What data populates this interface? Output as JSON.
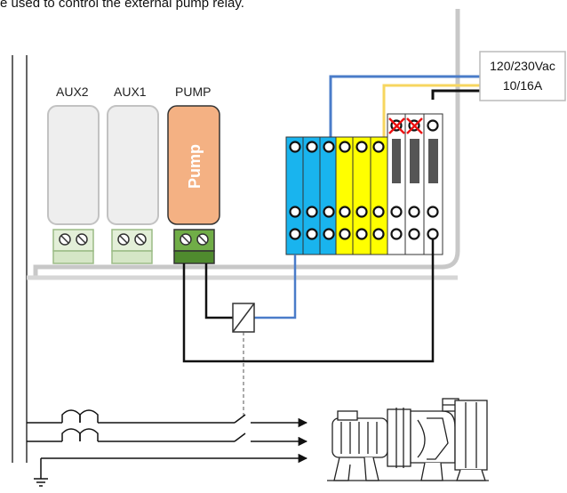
{
  "caption": "e used to control the external pump relay.",
  "outputs": [
    {
      "label": "AUX2"
    },
    {
      "label": "AUX1"
    },
    {
      "label": "PUMP",
      "module_text": "Pump",
      "module_color": "#f4b183"
    }
  ],
  "supply": {
    "voltage": "120/230Vac",
    "current": "10/16A"
  },
  "wire_colors": {
    "blue": "#4a7cc9",
    "yellow": "#f7d65f",
    "black": "#111111",
    "terminal_blue": "#19b4ee",
    "terminal_yellow": "#ffff00",
    "connector_green": "#5e9e3a"
  },
  "icons": [
    "relay-icon",
    "ground-icon",
    "pump-motor-icon",
    "circuit-breaker-icon",
    "disabled-cross-icon"
  ]
}
